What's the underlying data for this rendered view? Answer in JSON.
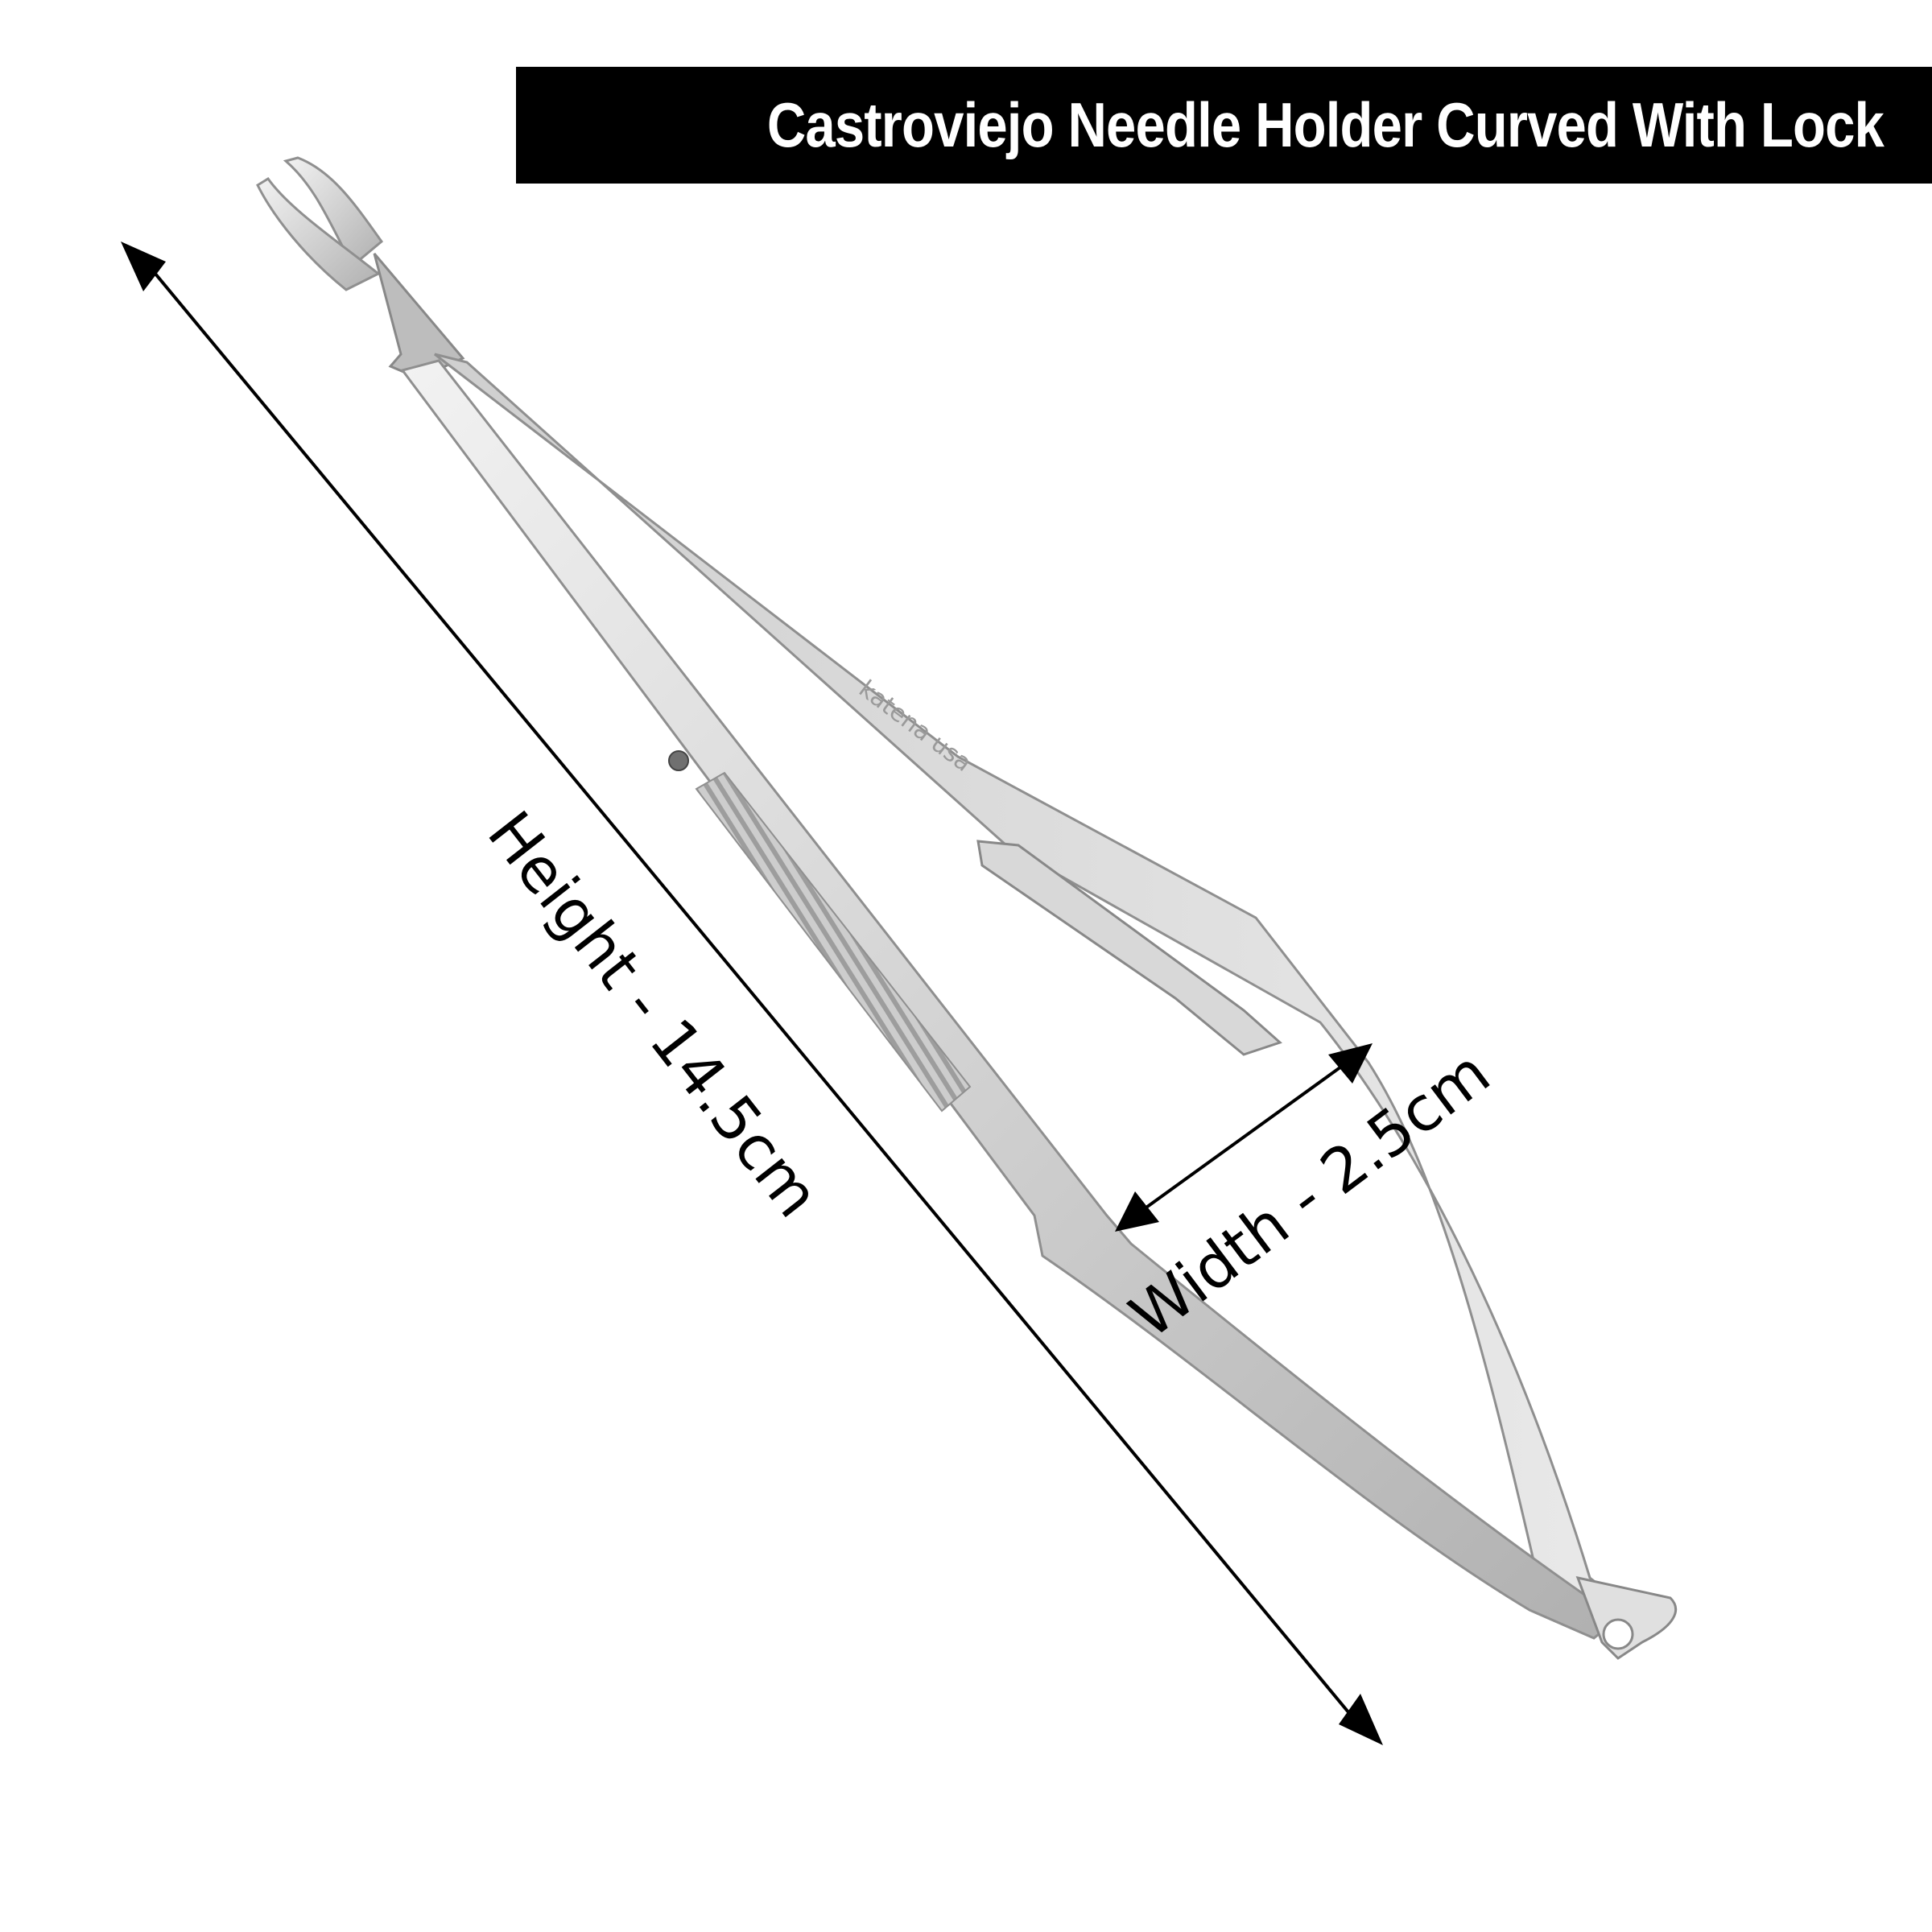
{
  "title": "Castroviejo Needle Holder Curved With Lock",
  "dimensions": {
    "height_label": "Height - 14.5cm",
    "width_label": "Width - 2.5cm"
  },
  "engraving": "katena usa",
  "colors": {
    "banner_background": "#000000",
    "banner_text": "#ffffff",
    "steel_light": "#e6e6e6",
    "steel_mid": "#c4c4c4",
    "steel_dark": "#8f8f8f",
    "arrow": "#000000"
  }
}
